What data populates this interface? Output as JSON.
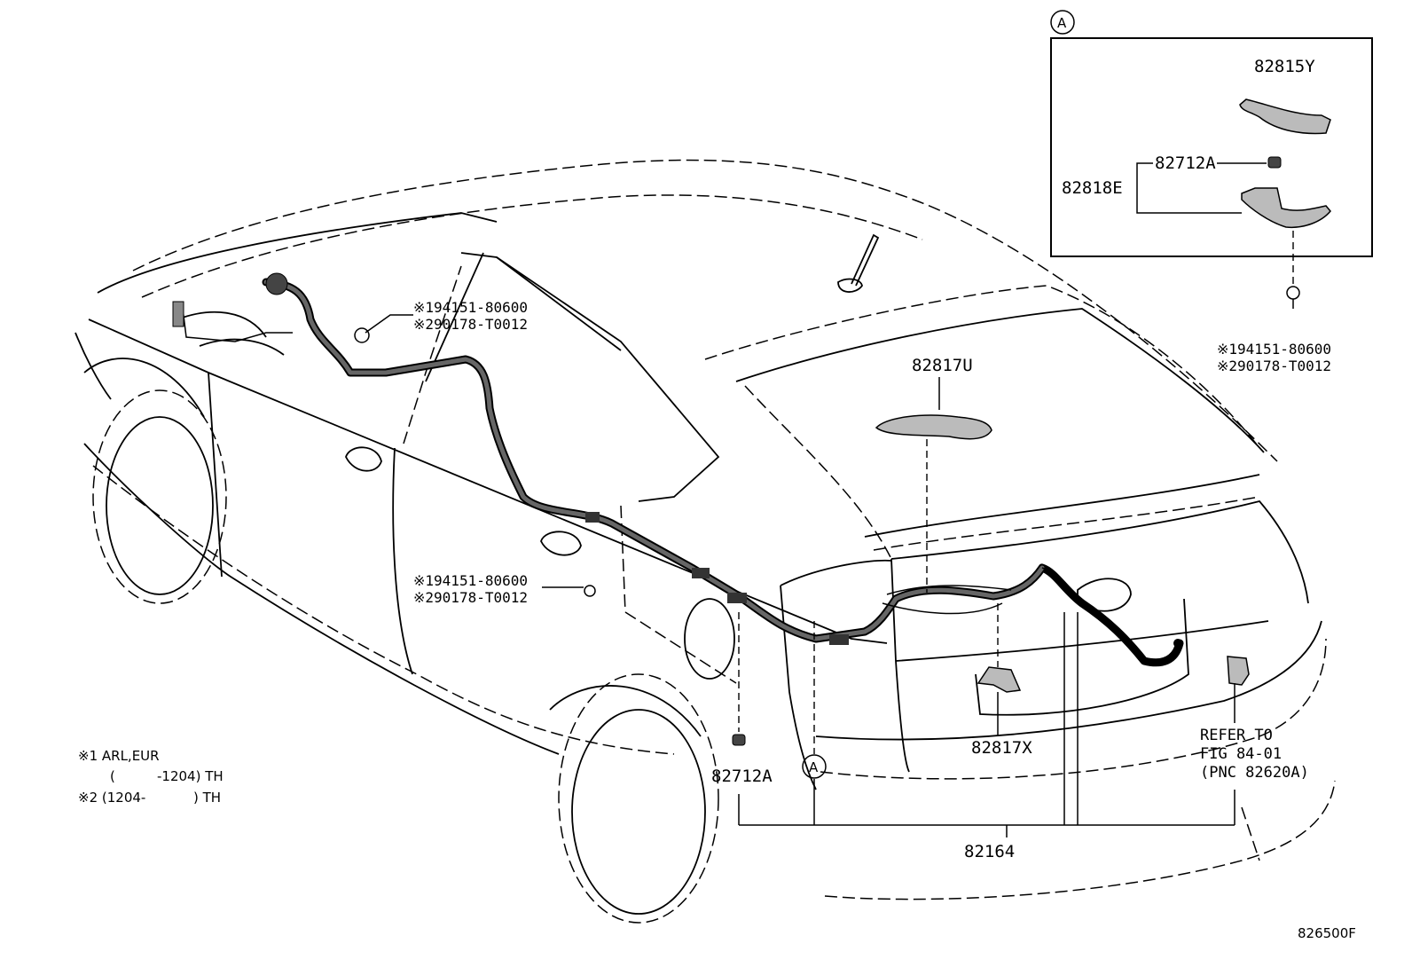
{
  "callout_letter": "A",
  "inset": {
    "callout_letter": "A",
    "parts": {
      "p82815y": "82815Y",
      "p82712a": "82712A",
      "p82818e": "82818E"
    },
    "note_lines": [
      "※194151-80600",
      "※290178-T0012"
    ]
  },
  "labels": {
    "p82817u": "82817U",
    "p82817x": "82817X",
    "p82712a": "82712A",
    "p82164": "82164",
    "callout_bottom": "A"
  },
  "notes_roof": [
    "※194151-80600",
    "※290178-T0012"
  ],
  "notes_door": [
    "※194151-80600",
    "※290178-T0012"
  ],
  "refer": [
    "REFER TO",
    "FIG 84-01",
    "(PNC 82620A)"
  ],
  "legend": {
    "line1": "※1 ARL,EUR",
    "line2_open": "(",
    "line2_code": "-1204) TH",
    "line3": "※2 (1204-",
    "line3_close": ") TH"
  },
  "figure_number": "826500F"
}
